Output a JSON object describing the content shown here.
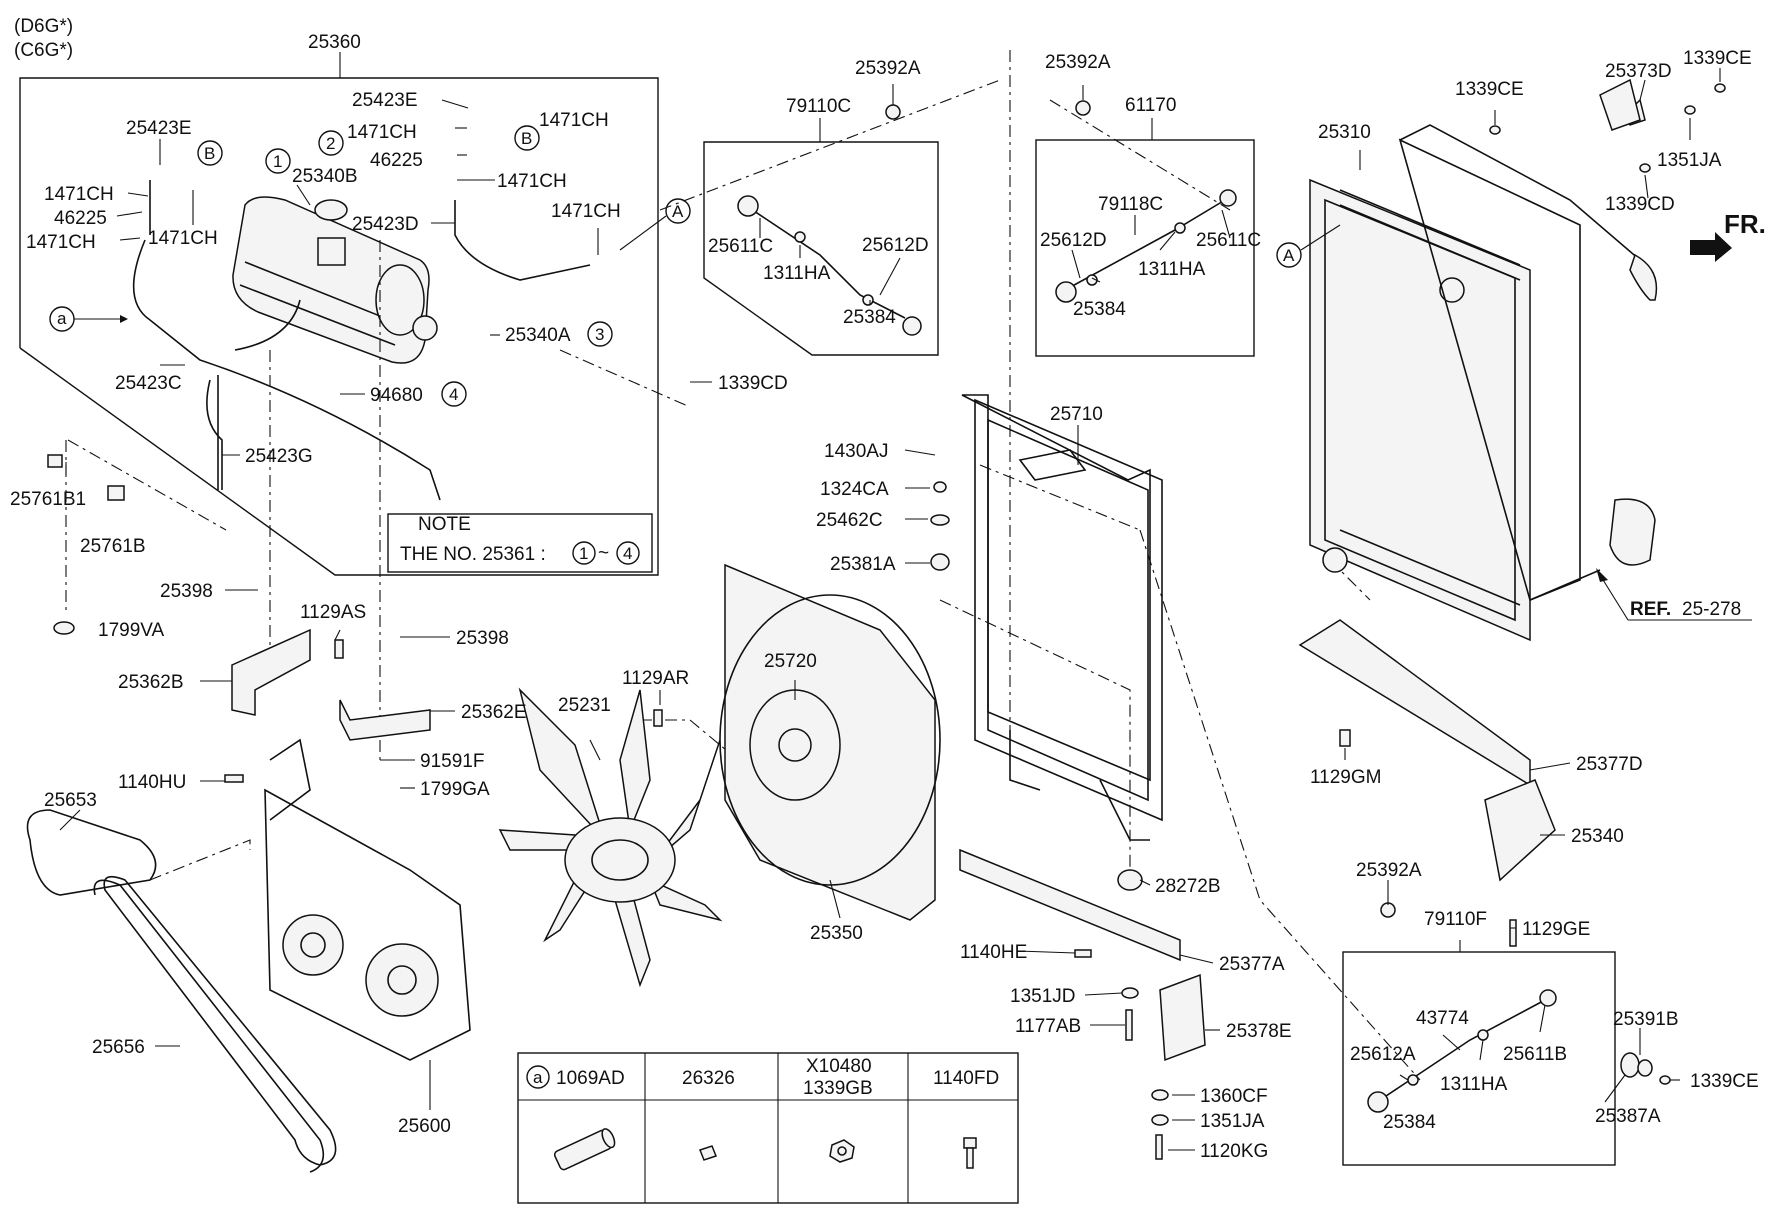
{
  "header": {
    "variant_1": "(D6G*)",
    "variant_2": "(C6G*)",
    "front_label": "FR."
  },
  "note": {
    "title": "NOTE",
    "text": "THE NO. 25361 :",
    "range_from": "1",
    "range_sep": "~",
    "range_to": "4"
  },
  "reference": {
    "prefix": "REF.",
    "value": "25-278"
  },
  "circled_refs": [
    "A",
    "B",
    "a",
    "1",
    "2",
    "3",
    "4"
  ],
  "callouts": [
    {
      "id": "c1",
      "text": "25360"
    },
    {
      "id": "c2",
      "text": "25423E"
    },
    {
      "id": "c3",
      "text": "1471CH"
    },
    {
      "id": "c4",
      "text": "46225"
    },
    {
      "id": "c5",
      "text": "1471CH"
    },
    {
      "id": "c6",
      "text": "1471CH"
    },
    {
      "id": "c7",
      "text": "25423C"
    },
    {
      "id": "c8",
      "text": "25423G"
    },
    {
      "id": "c9",
      "text": "25761B1"
    },
    {
      "id": "c10",
      "text": "25761B"
    },
    {
      "id": "c11",
      "text": "1799VA"
    },
    {
      "id": "c12",
      "text": "25340B"
    },
    {
      "id": "c13",
      "text": "25423E"
    },
    {
      "id": "c14",
      "text": "1471CH"
    },
    {
      "id": "c15",
      "text": "46225"
    },
    {
      "id": "c16",
      "text": "1471CH"
    },
    {
      "id": "c17",
      "text": "25423D"
    },
    {
      "id": "c18",
      "text": "1471CH"
    },
    {
      "id": "c19",
      "text": "1471CH"
    },
    {
      "id": "c20",
      "text": "25340A"
    },
    {
      "id": "c21",
      "text": "94680"
    },
    {
      "id": "c22",
      "text": "1339CD"
    },
    {
      "id": "c23",
      "text": "25398"
    },
    {
      "id": "c24",
      "text": "1129AS"
    },
    {
      "id": "c25",
      "text": "25398"
    },
    {
      "id": "c26",
      "text": "25362B"
    },
    {
      "id": "c27",
      "text": "25362E"
    },
    {
      "id": "c28",
      "text": "91591F"
    },
    {
      "id": "c29",
      "text": "1799GA"
    },
    {
      "id": "c30",
      "text": "1140HU"
    },
    {
      "id": "c31",
      "text": "25653"
    },
    {
      "id": "c32",
      "text": "25656"
    },
    {
      "id": "c33",
      "text": "25600"
    },
    {
      "id": "c34",
      "text": "25231"
    },
    {
      "id": "c35",
      "text": "1129AR"
    },
    {
      "id": "c36",
      "text": "25720"
    },
    {
      "id": "c37",
      "text": "25350"
    },
    {
      "id": "c38",
      "text": "25392A"
    },
    {
      "id": "c39",
      "text": "79110C"
    },
    {
      "id": "c40",
      "text": "25611C"
    },
    {
      "id": "c41",
      "text": "1311HA"
    },
    {
      "id": "c42",
      "text": "25612D"
    },
    {
      "id": "c43",
      "text": "25384"
    },
    {
      "id": "c44",
      "text": "25392A"
    },
    {
      "id": "c45",
      "text": "61170"
    },
    {
      "id": "c46",
      "text": "79118C"
    },
    {
      "id": "c47",
      "text": "25612D"
    },
    {
      "id": "c48",
      "text": "1311HA"
    },
    {
      "id": "c49",
      "text": "25611C"
    },
    {
      "id": "c50",
      "text": "25384"
    },
    {
      "id": "c51",
      "text": "25710"
    },
    {
      "id": "c52",
      "text": "1430AJ"
    },
    {
      "id": "c53",
      "text": "1324CA"
    },
    {
      "id": "c54",
      "text": "25462C"
    },
    {
      "id": "c55",
      "text": "25381A"
    },
    {
      "id": "c56",
      "text": "28272B"
    },
    {
      "id": "c57",
      "text": "1140HE"
    },
    {
      "id": "c58",
      "text": "25377A"
    },
    {
      "id": "c59",
      "text": "1351JD"
    },
    {
      "id": "c60",
      "text": "1177AB"
    },
    {
      "id": "c61",
      "text": "25378E"
    },
    {
      "id": "c62",
      "text": "1360CF"
    },
    {
      "id": "c63",
      "text": "1351JA"
    },
    {
      "id": "c64",
      "text": "1120KG"
    },
    {
      "id": "c65",
      "text": "25310"
    },
    {
      "id": "c66",
      "text": "1339CE"
    },
    {
      "id": "c67",
      "text": "25373D"
    },
    {
      "id": "c68",
      "text": "1339CE"
    },
    {
      "id": "c69",
      "text": "1351JA"
    },
    {
      "id": "c70",
      "text": "1339CD"
    },
    {
      "id": "c71",
      "text": "1129GM"
    },
    {
      "id": "c72",
      "text": "25377D"
    },
    {
      "id": "c73",
      "text": "25340"
    },
    {
      "id": "c74",
      "text": "25392A"
    },
    {
      "id": "c75",
      "text": "79110F"
    },
    {
      "id": "c76",
      "text": "1129GE"
    },
    {
      "id": "c77",
      "text": "43774"
    },
    {
      "id": "c78",
      "text": "25612A"
    },
    {
      "id": "c79",
      "text": "1311HA"
    },
    {
      "id": "c80",
      "text": "25611B"
    },
    {
      "id": "c81",
      "text": "25384"
    },
    {
      "id": "c82",
      "text": "25391B"
    },
    {
      "id": "c83",
      "text": "25387A"
    },
    {
      "id": "c84",
      "text": "1339CE"
    }
  ],
  "legend_table": {
    "headers": [
      {
        "circle": "a",
        "text": "1069AD"
      },
      {
        "text": "26326"
      },
      {
        "line1": "X10480",
        "line2": "1339GB"
      },
      {
        "text": "1140FD"
      }
    ]
  }
}
